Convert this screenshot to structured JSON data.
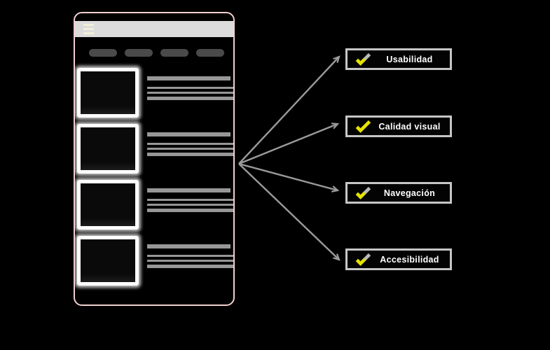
{
  "diagram": {
    "type": "wireframe-evaluation-diagram",
    "phone": {
      "menu_icon": "hamburger-icon",
      "nav_pill_count": 4,
      "list_item_count": 4,
      "text_lines_per_item": 4
    },
    "criteria": [
      {
        "label": "Usabilidad",
        "check_style": "two-tone"
      },
      {
        "label": "Calidad visual",
        "check_style": "solid"
      },
      {
        "label": "Navegación",
        "check_style": "two-tone"
      },
      {
        "label": "Accesibilidad",
        "check_style": "two-tone"
      }
    ]
  },
  "colors": {
    "background": "#000000",
    "phone_border": "#f2cfcf",
    "header_bar": "#dcdcdc",
    "hamburger": "#f3f0d8",
    "nav_pill": "#4a4a4a",
    "thumbnail_border": "#ffffff",
    "thumbnail_fill": "#0a0a0a",
    "text_line": "#979797",
    "arrow": "#9a9a9a",
    "box_border": "#c6c6c6",
    "box_background": "#030303",
    "label_text": "#ffffff",
    "check_yellow": "#e6e300",
    "check_silver": "#b8b8b8"
  }
}
